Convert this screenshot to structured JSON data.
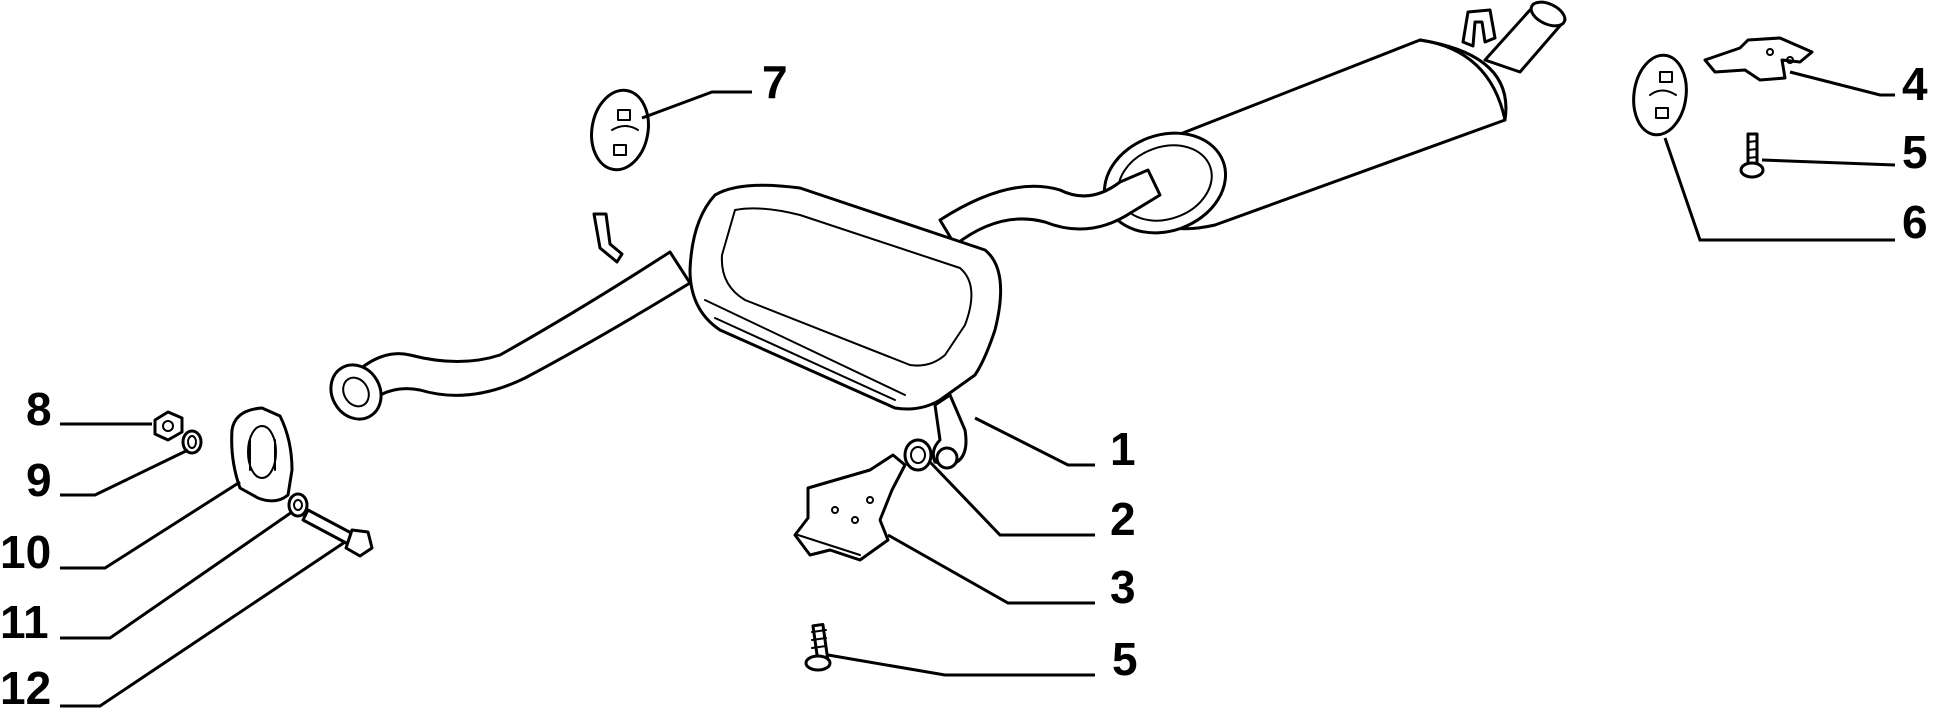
{
  "diagram": {
    "callouts": [
      {
        "id": "part-1",
        "label": "1"
      },
      {
        "id": "part-2",
        "label": "2"
      },
      {
        "id": "part-3",
        "label": "3"
      },
      {
        "id": "part-4",
        "label": "4"
      },
      {
        "id": "part-5-right",
        "label": "5"
      },
      {
        "id": "part-6",
        "label": "6"
      },
      {
        "id": "part-7",
        "label": "7"
      },
      {
        "id": "part-5-bottom",
        "label": "5"
      },
      {
        "id": "part-8",
        "label": "8"
      },
      {
        "id": "part-9",
        "label": "9"
      },
      {
        "id": "part-10",
        "label": "10"
      },
      {
        "id": "part-11",
        "label": "11"
      },
      {
        "id": "part-12",
        "label": "12"
      }
    ]
  }
}
